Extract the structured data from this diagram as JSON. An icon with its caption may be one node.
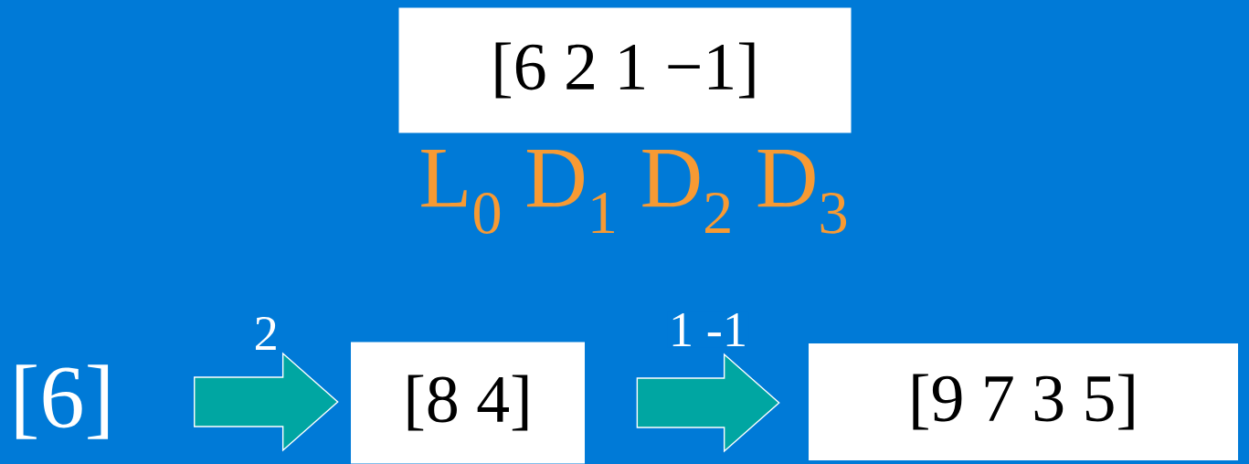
{
  "diagram": {
    "nodes": [
      {
        "text": [
          "[6  2  1  −1]"
        ]
      },
      {
        "text": [
          "[6]"
        ]
      },
      {
        "text": [
          "[8  4]"
        ]
      },
      {
        "text": [
          "[9  7  3  5]"
        ]
      }
    ],
    "edges": [
      {
        "from": 1,
        "to": 2,
        "arrow": "to",
        "label": "2"
      },
      {
        "from": 2,
        "to": 3,
        "arrow": "to",
        "label": "1 -1"
      }
    ],
    "labels": [
      "L$_{0}$ D$_{1}$ D$_{2}$ D$_{3}$"
    ]
  }
}
